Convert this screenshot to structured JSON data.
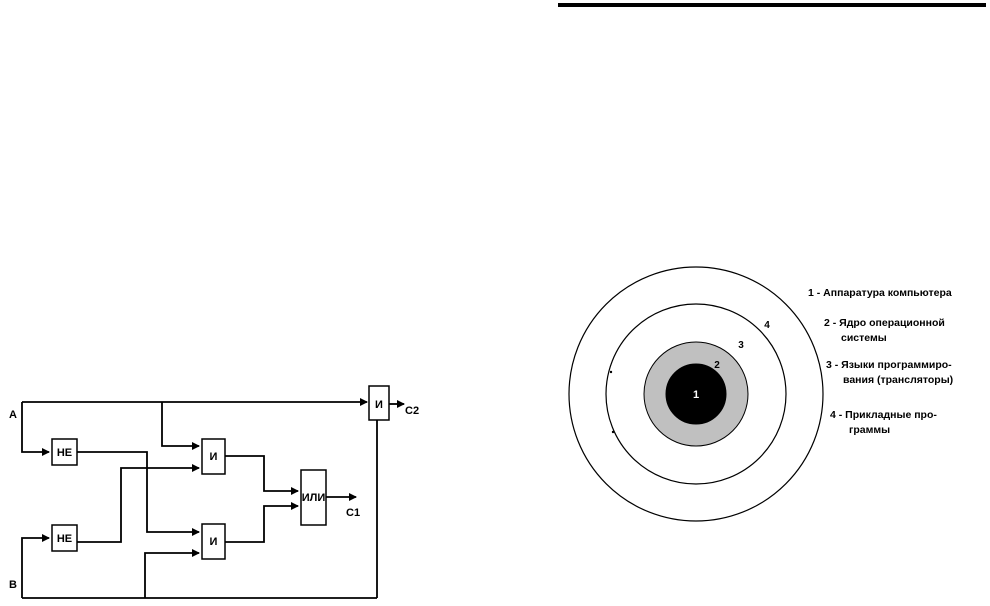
{
  "logic_circuit": {
    "inputs": {
      "a": "А",
      "b": "В"
    },
    "gates": {
      "not_top": "НЕ",
      "not_bottom": "НЕ",
      "and_top": "И",
      "and_bottom": "И",
      "or_gate": "ИЛИ",
      "and_right": "И"
    },
    "outputs": {
      "c1": "С1",
      "c2": "С2"
    }
  },
  "os_layers": {
    "numbers": [
      "1",
      "2",
      "3",
      "4"
    ],
    "legend": [
      {
        "line1": "1 -  Аппаратура компьютера",
        "line2": ""
      },
      {
        "line1": "2 -  Ядро операционной",
        "line2": "системы"
      },
      {
        "line1": "3 -  Языки программиро-",
        "line2": "вания (трансляторы)"
      },
      {
        "line1": "4 - Прикладные про-",
        "line2": "граммы"
      }
    ],
    "colors": {
      "core": "#000000",
      "kernel": "#c0c0c0",
      "rings": "#ffffff"
    }
  }
}
